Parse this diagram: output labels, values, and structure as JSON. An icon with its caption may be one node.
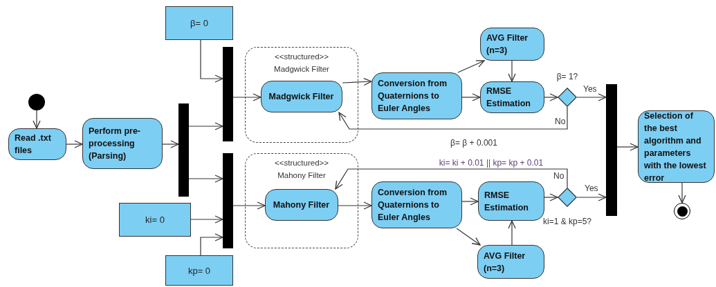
{
  "diagram": {
    "nodes": [
      {
        "text": [],
        "shape": "circle"
      },
      {
        "text": [
          "Read .txt files"
        ]
      },
      {
        "text": [
          "Perform pre-processing (Parsing)"
        ]
      },
      {
        "text": [],
        "shape": "bar"
      },
      {
        "text": [
          "β= 0"
        ]
      },
      {
        "text": [],
        "shape": "bar"
      },
      {
        "text": [
          "<<structured>>",
          "Madgwick Filter"
        ]
      },
      {
        "text": [
          "Madgwick Filter"
        ],
        "in": 6
      },
      {
        "text": [
          "ki= 0"
        ]
      },
      {
        "text": [],
        "shape": "bar"
      },
      {
        "text": [
          "kp= 0"
        ]
      },
      {
        "text": [
          "<<structured>>",
          "Mahony Filter"
        ]
      },
      {
        "text": [
          "Mahony Filter"
        ],
        "in": 11
      },
      {
        "text": [
          "Conversion from Quaternions to Euler Angles"
        ]
      },
      {
        "text": [
          "AVG Filter (n=3)"
        ]
      },
      {
        "text": [
          "RMSE Estimation"
        ]
      },
      {
        "text": [],
        "shape": "diamond",
        "beside": [
          "β= 1?"
        ]
      },
      {
        "text": [
          "Conversion from Quaternions to Euler Angles"
        ]
      },
      {
        "text": [
          "RMSE Estimation"
        ]
      },
      {
        "text": [],
        "shape": "diamond"
      },
      {
        "text": [
          "AVG Filter (n=3)"
        ]
      },
      {
        "text": [],
        "shape": "bar"
      },
      {
        "text": [
          "Selection of the best algorithm and parameters with the lowest error"
        ]
      },
      {
        "text": [],
        "shape": "circle"
      }
    ],
    "edges": [
      {
        "from": 0,
        "to": 1,
        "arrow": "to"
      },
      {
        "from": 1,
        "to": 2,
        "arrow": "to"
      },
      {
        "from": 2,
        "to": 3,
        "arrow": "to"
      },
      {
        "from": 3,
        "to": 5,
        "arrow": "to"
      },
      {
        "from": 3,
        "to": 9,
        "arrow": "to"
      },
      {
        "from": 4,
        "to": 5,
        "arrow": "to"
      },
      {
        "from": 5,
        "to": 7,
        "arrow": "to"
      },
      {
        "from": 8,
        "to": 9,
        "arrow": "to"
      },
      {
        "from": 10,
        "to": 9,
        "arrow": "to"
      },
      {
        "from": 9,
        "to": 12,
        "arrow": "to"
      },
      {
        "from": 7,
        "to": 13,
        "arrow": "to"
      },
      {
        "from": 13,
        "to": 14,
        "arrow": "to"
      },
      {
        "from": 14,
        "to": 15,
        "arrow": "to"
      },
      {
        "from": 13,
        "to": 15,
        "arrow": "to"
      },
      {
        "from": 15,
        "to": 16,
        "arrow": "to"
      },
      {
        "from": 16,
        "to": 21,
        "arrow": "to",
        "label": "Yes"
      },
      {
        "from": 16,
        "to": 7,
        "arrow": "to",
        "label": "No"
      },
      {
        "from": 12,
        "to": 17,
        "arrow": "to"
      },
      {
        "from": 17,
        "to": 18,
        "arrow": "to"
      },
      {
        "from": 17,
        "to": 20,
        "arrow": "to"
      },
      {
        "from": 20,
        "to": 18,
        "arrow": "to"
      },
      {
        "from": 18,
        "to": 19,
        "arrow": "to"
      },
      {
        "from": 19,
        "to": 21,
        "arrow": "to",
        "label": "Yes"
      },
      {
        "from": 19,
        "to": 12,
        "arrow": "to",
        "label": "No"
      },
      {
        "from": 21,
        "to": 22,
        "arrow": "to"
      },
      {
        "from": 22,
        "to": 23,
        "arrow": "to"
      }
    ],
    "labels": [
      "β= β + 0.001",
      "ki= ki + 0.01 || kp= kp + 0.01",
      "ki=1 & kp=5?"
    ]
  }
}
